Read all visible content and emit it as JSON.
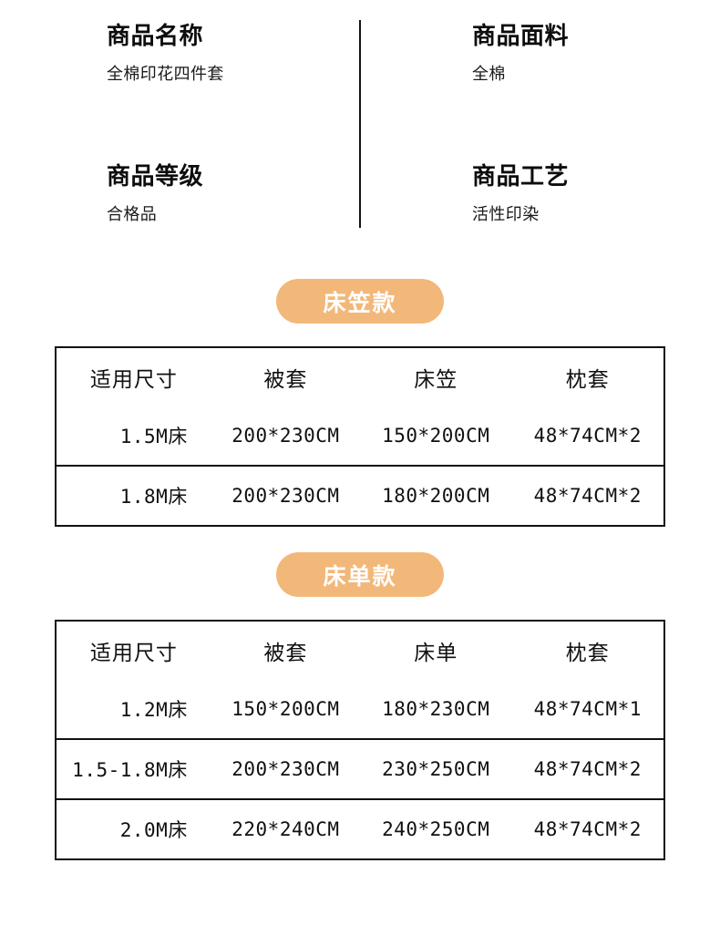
{
  "theme": {
    "badge_color": "#F2B87A",
    "badge_text_color": "#FFFFFF",
    "border_color": "#111111",
    "text_color": "#111111"
  },
  "info": {
    "product_name": {
      "label": "商品名称",
      "value": "全棉印花四件套"
    },
    "fabric": {
      "label": "商品面料",
      "value": "全棉"
    },
    "grade": {
      "label": "商品等级",
      "value": "合格品"
    },
    "craft": {
      "label": "商品工艺",
      "value": "活性印染"
    }
  },
  "sections": [
    {
      "badge": "床笠款",
      "table": {
        "headers": [
          "适用尺寸",
          "被套",
          "床笠",
          "枕套"
        ],
        "rows": [
          [
            "1.5M床",
            "200*230CM",
            "150*200CM",
            "48*74CM*2"
          ],
          [
            "1.8M床",
            "200*230CM",
            "180*200CM",
            "48*74CM*2"
          ]
        ]
      }
    },
    {
      "badge": "床单款",
      "table": {
        "headers": [
          "适用尺寸",
          "被套",
          "床单",
          "枕套"
        ],
        "rows": [
          [
            "1.2M床",
            "150*200CM",
            "180*230CM",
            "48*74CM*1"
          ],
          [
            "1.5-1.8M床",
            "200*230CM",
            "230*250CM",
            "48*74CM*2"
          ],
          [
            "2.0M床",
            "220*240CM",
            "240*250CM",
            "48*74CM*2"
          ]
        ]
      }
    }
  ]
}
